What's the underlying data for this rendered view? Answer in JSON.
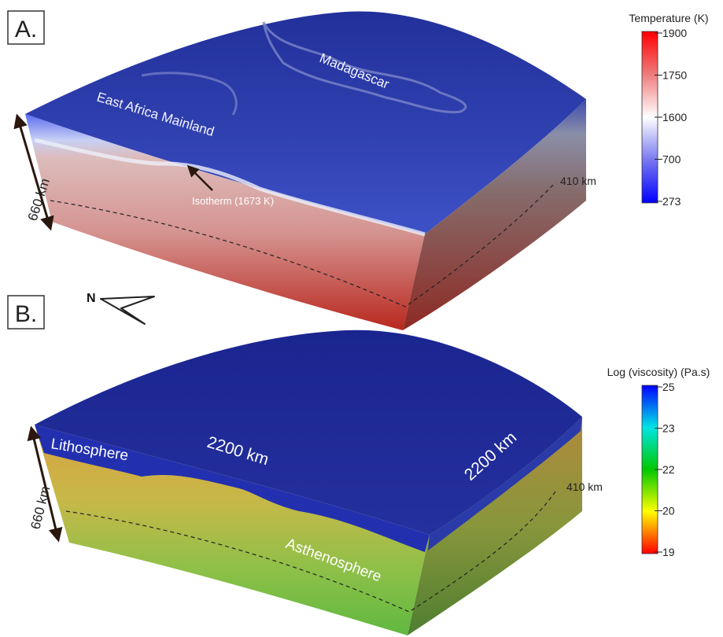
{
  "panel_a": {
    "label": "A.",
    "annotations": {
      "region_1": "Madagascar",
      "region_2": "East Africa Mainland",
      "isotherm": "Isotherm (1673 K)",
      "depth_scale": "660 km",
      "depth_line": "410 km"
    },
    "colorbar": {
      "title": "Temperature (K)",
      "ticks": [
        "1900",
        "1750",
        "1600",
        "700",
        "273"
      ],
      "colors": [
        "#ff0000",
        "#ee7c7c",
        "#ffffff",
        "#7878f0",
        "#0000ff"
      ]
    }
  },
  "north_arrow": {
    "label": "N"
  },
  "panel_b": {
    "label": "B.",
    "annotations": {
      "layer_top": "Lithosphere",
      "layer_bottom": "Asthenosphere",
      "width_front": "2200 km",
      "width_side": "2200 km",
      "depth_scale": "660 km",
      "depth_line": "410 km"
    },
    "colorbar": {
      "title": "Log (viscosity) (Pa.s)",
      "ticks": [
        "25",
        "23",
        "22",
        "20",
        "19"
      ],
      "colors": [
        "#0000ff",
        "#00e5e5",
        "#00c800",
        "#ffff00",
        "#ff0000"
      ]
    }
  }
}
